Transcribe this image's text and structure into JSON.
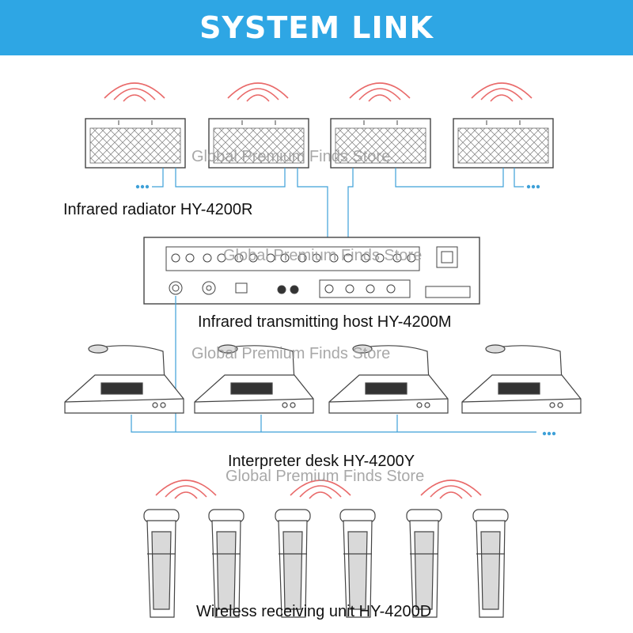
{
  "title": "SYSTEM LINK",
  "watermark": "Global Premium Finds Store",
  "labels": {
    "radiator": "Infrared radiator HY-4200R",
    "host": "Infrared transmitting host HY-4200M",
    "interpreter": "Interpreter desk HY-4200Y",
    "receiver": "Wireless receiving unit HY-4200D"
  },
  "colors": {
    "banner": "#2ea6e4",
    "signal": "#e96a6a",
    "cable": "#3ea0d8",
    "outline": "#444444"
  },
  "counts": {
    "radiators": 4,
    "interpreter_desks": 4,
    "receivers": 6
  },
  "icons": [
    "infrared-signal-icon",
    "radiator-icon",
    "host-icon",
    "interpreter-desk-icon",
    "receiver-icon"
  ]
}
